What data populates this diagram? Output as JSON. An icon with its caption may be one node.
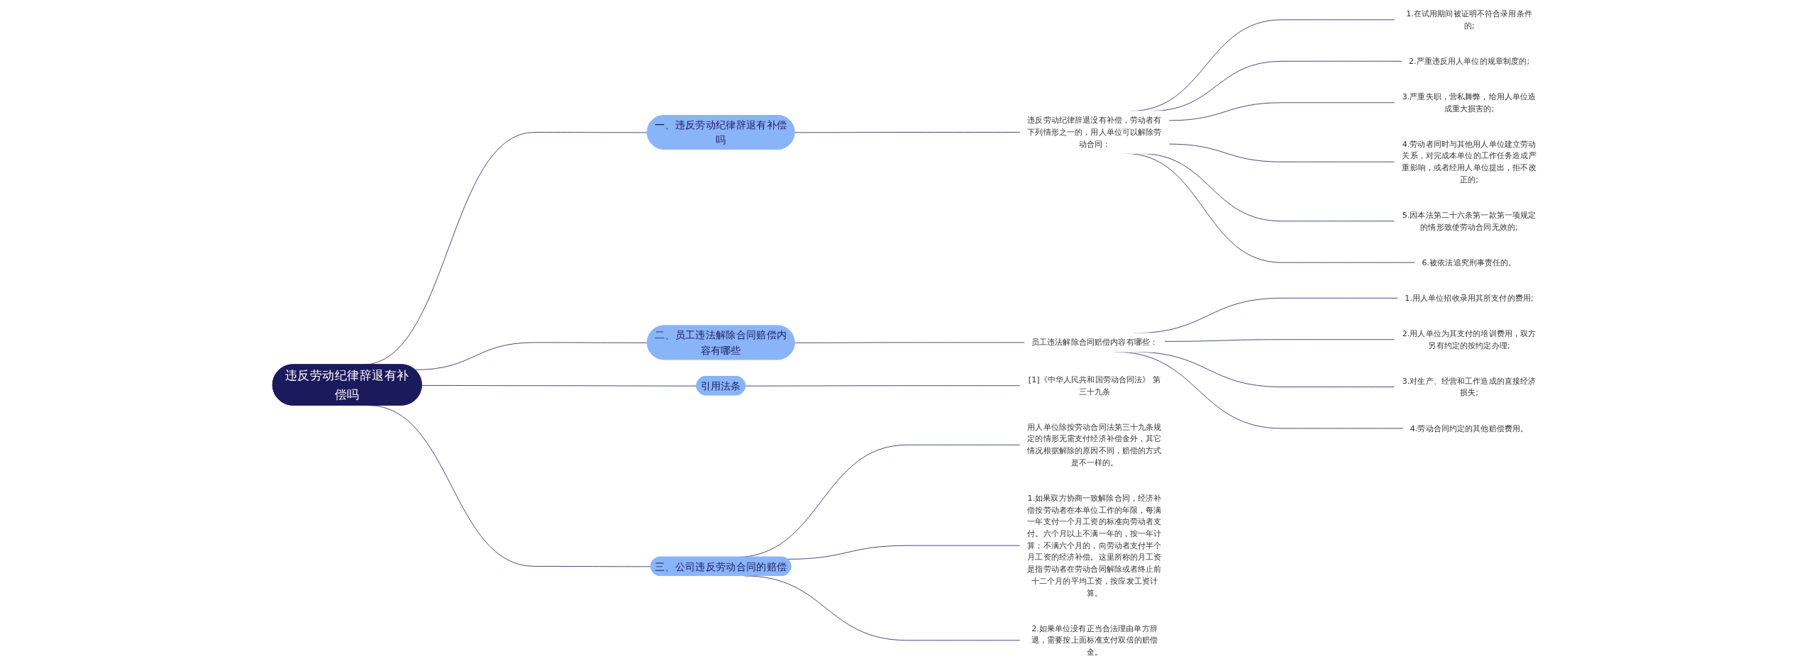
{
  "diagram": {
    "nodes": [
      {
        "text": [
          "违反劳动纪律辞退有补偿吗"
        ]
      },
      {
        "text": [
          "一、违反劳动纪律辞退有补偿吗"
        ]
      },
      {
        "text": [
          "违反劳动纪律辞退没有补偿，劳动者有下列情形之一的，用人单位可以解除劳动合同："
        ]
      },
      {
        "text": [
          "1.在试用期间被证明不符合录用条件的;"
        ]
      },
      {
        "text": [
          "2.严重违反用人单位的规章制度的;"
        ]
      },
      {
        "text": [
          "3.严重失职，营私舞弊，给用人单位造成重大损害的;"
        ]
      },
      {
        "text": [
          "4.劳动者同时与其他用人单位建立劳动关系，对完成本单位的工作任务造成严重影响，或者经用人单位提出，拒不改正的;"
        ]
      },
      {
        "text": [
          "5.因本法第二十六条第一款第一项规定的情形致使劳动合同无效的;"
        ]
      },
      {
        "text": [
          "6.被依法追究刑事责任的。"
        ]
      },
      {
        "text": [
          "二、员工违法解除合同赔偿内容有哪些"
        ]
      },
      {
        "text": [
          "员工违法解除合同赔偿内容有哪些："
        ]
      },
      {
        "text": [
          "1.用人单位招收录用其所支付的费用;"
        ]
      },
      {
        "text": [
          "2.用人单位为其支付的培训费用，双方另有约定的按约定办理;"
        ]
      },
      {
        "text": [
          "3.对生产、经营和工作造成的直接经济损失;"
        ]
      },
      {
        "text": [
          "4.劳动合同约定的其他赔偿费用。"
        ]
      },
      {
        "text": [
          "引用法条"
        ]
      },
      {
        "text": [
          "[1]《中华人民共和国劳动合同法》 第三十九条"
        ]
      },
      {
        "text": [
          "三、公司违反劳动合同的赔偿"
        ]
      },
      {
        "text": [
          "用人单位除按劳动合同法第三十九条规定的情形无需支付经济补偿金外，其它情况根据解除的原因不同，赔偿的方式是不一样的。"
        ]
      },
      {
        "text": [
          "1.如果双方协商一致解除合同，经济补偿按劳动者在本单位工作的年限，每满一年支付一个月工资的标准向劳动者支付。六个月以上不满一年的，按一年计算；不满六个月的，向劳动者支付半个月工资的经济补偿。这里所称的月工资是指劳动者在劳动合同解除或者终止前十二个月的平均工资，按应发工资计算。"
        ]
      },
      {
        "text": [
          "2.如果单位没有正当合法理由单方辞退，需要按上面标准支付双倍的赔偿金。"
        ]
      }
    ],
    "edges": [
      {
        "from": 0,
        "to": 1,
        "arrow": "none"
      },
      {
        "from": 1,
        "to": 2,
        "arrow": "none"
      },
      {
        "from": 2,
        "to": 3,
        "arrow": "none"
      },
      {
        "from": 2,
        "to": 4,
        "arrow": "none"
      },
      {
        "from": 2,
        "to": 5,
        "arrow": "none"
      },
      {
        "from": 2,
        "to": 6,
        "arrow": "none"
      },
      {
        "from": 2,
        "to": 7,
        "arrow": "none"
      },
      {
        "from": 2,
        "to": 8,
        "arrow": "none"
      },
      {
        "from": 0,
        "to": 9,
        "arrow": "none"
      },
      {
        "from": 9,
        "to": 10,
        "arrow": "none"
      },
      {
        "from": 10,
        "to": 11,
        "arrow": "none"
      },
      {
        "from": 10,
        "to": 12,
        "arrow": "none"
      },
      {
        "from": 10,
        "to": 13,
        "arrow": "none"
      },
      {
        "from": 10,
        "to": 14,
        "arrow": "none"
      },
      {
        "from": 0,
        "to": 15,
        "arrow": "none"
      },
      {
        "from": 15,
        "to": 16,
        "arrow": "none"
      },
      {
        "from": 0,
        "to": 17,
        "arrow": "none"
      },
      {
        "from": 17,
        "to": 18,
        "arrow": "none"
      },
      {
        "from": 17,
        "to": 19,
        "arrow": "none"
      },
      {
        "from": 17,
        "to": 20,
        "arrow": "none"
      }
    ]
  }
}
